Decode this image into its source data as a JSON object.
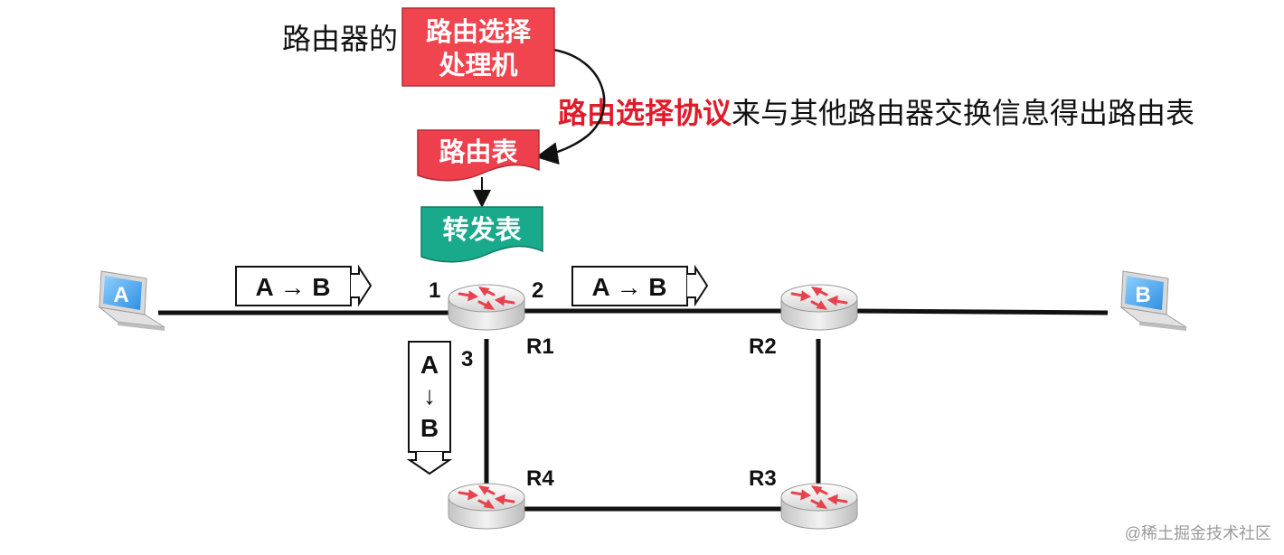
{
  "intro_text": "路由器的",
  "processor_label_line1": "路由选择",
  "processor_label_line2": "处理机",
  "protocol_highlight": "路由选择协议",
  "protocol_rest": "来与其他路由器交换信息得出路由表",
  "routing_table_label": "路由表",
  "forwarding_table_label": "转发表",
  "hosts": {
    "a": "A",
    "b": "B"
  },
  "packet_label": "A → B",
  "vertical_packet": {
    "top": "A",
    "arrow": "↓",
    "bottom": "B"
  },
  "ports": {
    "p1": "1",
    "p2": "2",
    "p3": "3"
  },
  "routers": {
    "r1": "R1",
    "r2": "R2",
    "r3": "R3",
    "r4": "R4"
  },
  "watermark": "@稀土掘金技术社区",
  "colors": {
    "processor": "#f0444f",
    "routing_table": "#ee3f4c",
    "forwarding_table": "#19a98b",
    "highlight": "#e01b2a"
  }
}
